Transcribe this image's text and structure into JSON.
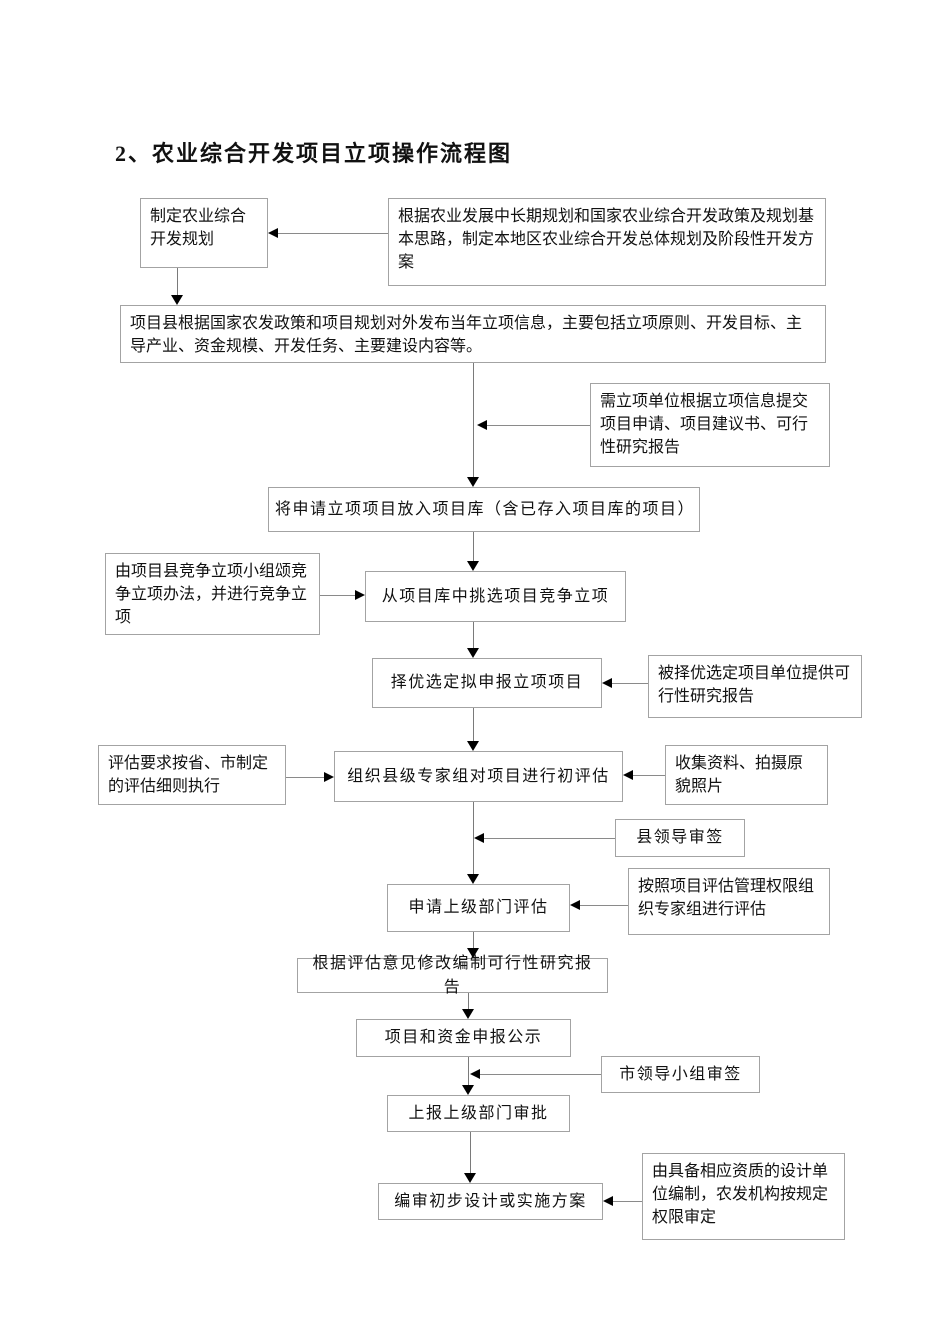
{
  "page": {
    "title": "2、农业综合开发项目立项操作流程图"
  },
  "colors": {
    "box_border": "#a3a3a3",
    "connector_line": "#8a8a8a",
    "arrowhead": "#000000",
    "text": "#111111",
    "background": "#ffffff"
  },
  "flowchart": {
    "nodes": [
      {
        "id": "plan",
        "label": "制定农业综合开发规划"
      },
      {
        "id": "basis",
        "label": "根据农业发展中长期规划和国家农业综合开发政策及规划基本思路，制定本地区农业综合开发总体规划及阶段性开发方案"
      },
      {
        "id": "announce",
        "label": "项目县根据国家农发政策和项目规划对外发布当年立项信息，主要包括立项原则、开发目标、主导产业、资金规模、开发任务、主要建设内容等。"
      },
      {
        "id": "submit",
        "label": "需立项单位根据立项信息提交项目申请、项目建议书、可行性研究报告"
      },
      {
        "id": "pool",
        "label": "将申请立项项目放入项目库（含已存入项目库的项目）"
      },
      {
        "id": "compete-rules",
        "label": "由项目县竞争立项小组颂竞争立项办法，并进行竞争立项"
      },
      {
        "id": "select-from-pool",
        "label": "从项目库中挑选项目竞争立项"
      },
      {
        "id": "shortlist",
        "label": "择优选定拟申报立项项目"
      },
      {
        "id": "feasibility",
        "label": "被择优选定项目单位提供可行性研究报告"
      },
      {
        "id": "eval-rules",
        "label": "评估要求按省、市制定的评估细则执行"
      },
      {
        "id": "initial-eval",
        "label": "组织县级专家组对项目进行初评估"
      },
      {
        "id": "collect-photos",
        "label": "收集资料、拍摄原貌照片"
      },
      {
        "id": "county-sign",
        "label": "县领导审签"
      },
      {
        "id": "apply-eval",
        "label": "申请上级部门评估"
      },
      {
        "id": "eval-authority",
        "label": "按照项目评估管理权限组织专家组进行评估"
      },
      {
        "id": "revise-report",
        "label": "根据评估意见修改编制可行性研究报告"
      },
      {
        "id": "publicity",
        "label": "项目和资金申报公示"
      },
      {
        "id": "city-sign",
        "label": "市领导小组审签"
      },
      {
        "id": "report-approval",
        "label": "上报上级部门审批"
      },
      {
        "id": "design",
        "label": "编审初步设计或实施方案"
      },
      {
        "id": "design-unit",
        "label": "由具备相应资质的设计单位编制，农发机构按规定权限审定"
      }
    ]
  }
}
